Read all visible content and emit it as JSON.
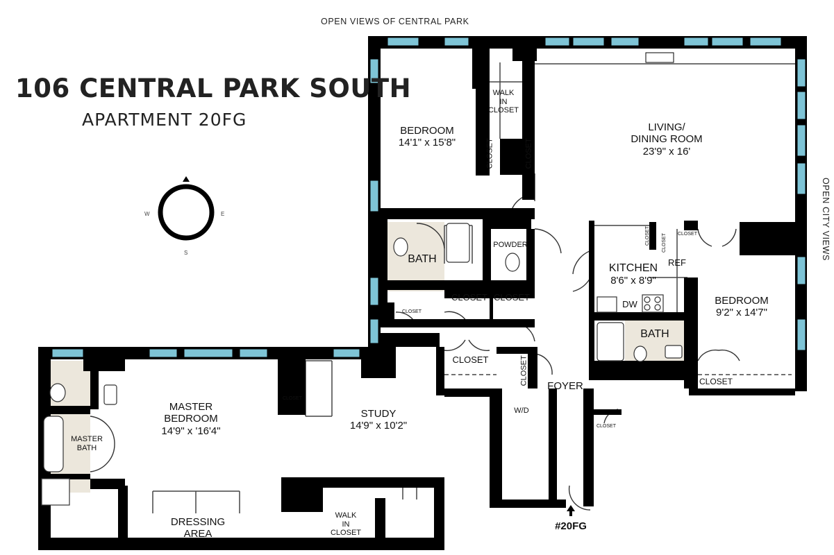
{
  "title": "106 CENTRAL PARK SOUTH",
  "subtitle": "APARTMENT 20FG",
  "views": {
    "top": "OPEN VIEWS OF CENTRAL PARK",
    "right": "OPEN CITY VIEWS"
  },
  "compass": {
    "w": "W",
    "e": "E",
    "s": "S"
  },
  "rooms": {
    "bedroom1": {
      "name": "BEDROOM",
      "dim": "14'1\" x 15'8\""
    },
    "living": {
      "name": "LIVING/",
      "name2": "DINING ROOM",
      "dim": "23'9\" x 16'"
    },
    "kitchen": {
      "name": "KITCHEN",
      "dim": "8'6\" x 8'9\""
    },
    "bedroom2": {
      "name": "BEDROOM",
      "dim": "9'2\" x 14'7\""
    },
    "master": {
      "name": "MASTER",
      "name2": "BEDROOM",
      "dim": "14'9\" x '16'4\""
    },
    "study": {
      "name": "STUDY",
      "dim": "14'9\" x 10'2\""
    },
    "dressing": {
      "name": "DRESSING",
      "name2": "AREA"
    },
    "foyer": {
      "name": "FOYER"
    },
    "bath1": {
      "name": "BATH"
    },
    "bath2": {
      "name": "BATH"
    },
    "powder": {
      "name": "POWDER"
    },
    "masterbath": {
      "name": "MASTER",
      "name2": "BATH"
    },
    "walkin1": {
      "l1": "WALK",
      "l2": "IN",
      "l3": "CLOSET"
    },
    "walkin2": {
      "l1": "WALK",
      "l2": "IN",
      "l3": "CLOSET"
    }
  },
  "closets": {
    "c1": "CLOSET",
    "c2": "CLOSET",
    "c3": "CLOSET",
    "c4": "CLOSET",
    "c5": "CLOSET",
    "c6": "CLOSET",
    "c7": "CLOSET",
    "c8": "CLOSET",
    "c9": "CLOSET",
    "c10": "CLOSET",
    "c11": "CLOSET",
    "c12": "CLOSET",
    "c13": "CLOSET"
  },
  "fixtures": {
    "ref": "REF",
    "dw": "DW",
    "wd": "W/D"
  },
  "entry": "#20FG",
  "colors": {
    "wall": "#000000",
    "window": "#7ec4d6",
    "bathfloor": "#ece7dc"
  }
}
